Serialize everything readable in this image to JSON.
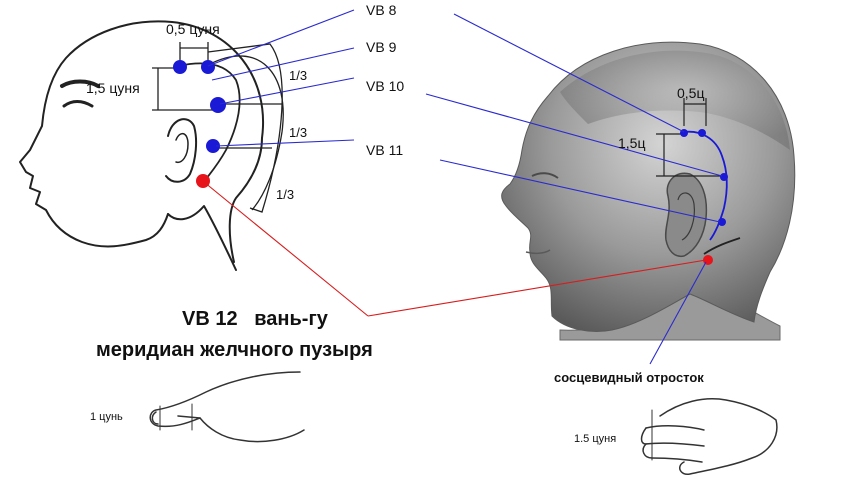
{
  "labels": {
    "vb8": "VB 8",
    "vb9": "VB 9",
    "vb10": "VB 10",
    "vb11": "VB 11",
    "half_cun_left": "0,5 цуня",
    "one_half_cun_left": "1,5 цуня",
    "third": "1/3",
    "half_cun_right": "0,5ц",
    "one_half_cun_right": "1,5ц",
    "vb12_title": "VB 12   вань-гу",
    "meridian": "меридиан желчного пузыря",
    "mastoid": "сосцевидный отросток",
    "one_cun_hand": "1 цунь",
    "one_half_cun_hand": "1.5 цуня"
  },
  "colors": {
    "point_blue": "#1a1ad6",
    "point_red": "#e8141c",
    "leader_blue": "#2a2ad0",
    "leader_red": "#d81c1c",
    "outline": "#222222"
  }
}
